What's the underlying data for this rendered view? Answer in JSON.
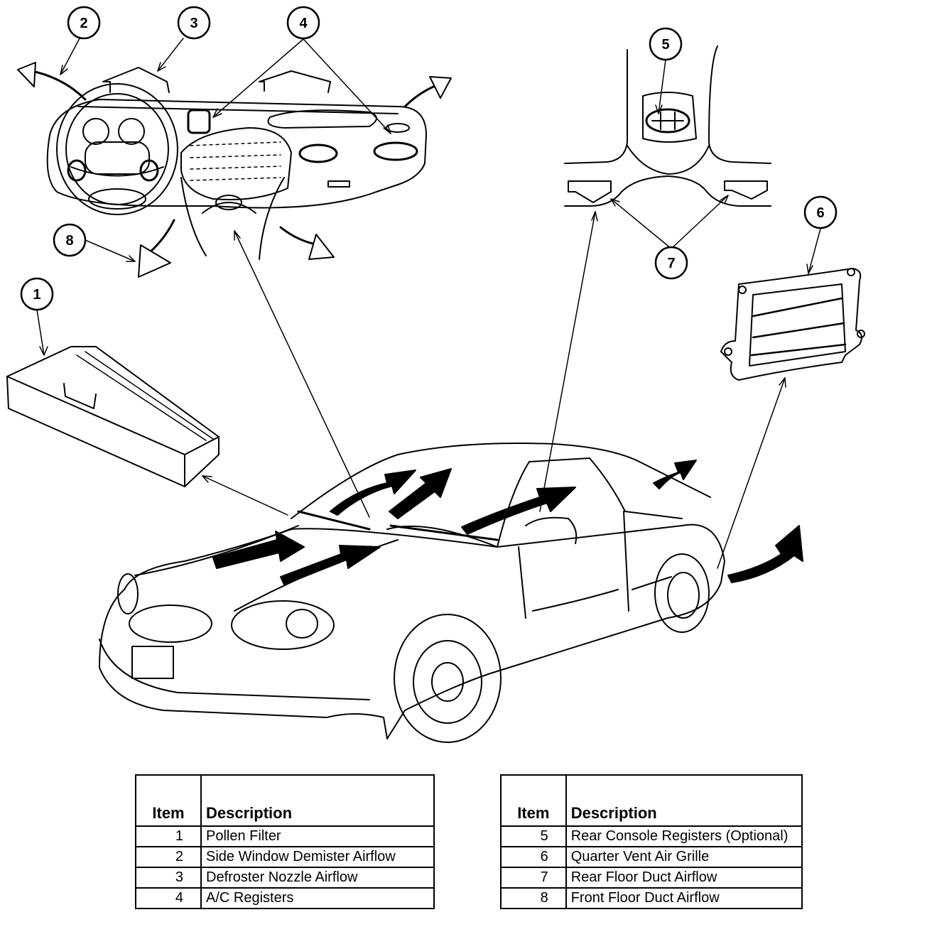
{
  "callouts": [
    "1",
    "2",
    "3",
    "4",
    "5",
    "6",
    "7",
    "8"
  ],
  "legend_left": {
    "header_item": "Item",
    "header_description": "Description",
    "rows": [
      {
        "item": "1",
        "description": "Pollen Filter"
      },
      {
        "item": "2",
        "description": "Side Window Demister Airflow"
      },
      {
        "item": "3",
        "description": "Defroster Nozzle Airflow"
      },
      {
        "item": "4",
        "description": "A/C Registers"
      }
    ]
  },
  "legend_right": {
    "header_item": "Item",
    "header_description": "Description",
    "rows": [
      {
        "item": "5",
        "description": "Rear Console Registers (Optional)"
      },
      {
        "item": "6",
        "description": "Quarter Vent Air Grille"
      },
      {
        "item": "7",
        "description": "Rear Floor Duct Airflow"
      },
      {
        "item": "8",
        "description": "Front Floor Duct Airflow"
      }
    ]
  }
}
